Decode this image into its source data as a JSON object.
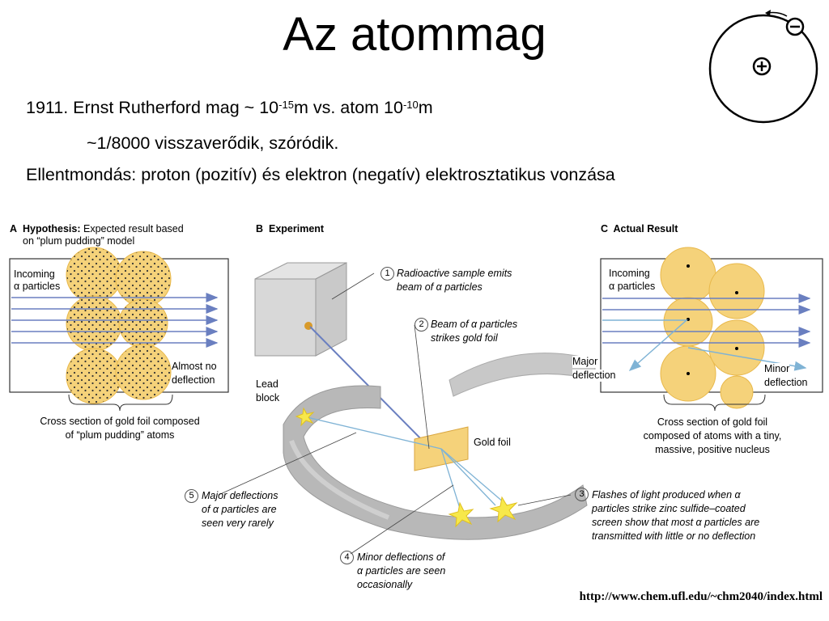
{
  "slide": {
    "title": "Az atommag",
    "line1": {
      "part1": "1911. Ernst Rutherford mag ~ 10",
      "exp1": "-15",
      "part2": "m  vs.  atom 10",
      "exp2": "-10",
      "part3": "m"
    },
    "line2": "~1/8000 visszaverődik, szóródik.",
    "line3": "Ellentmondás: proton (pozitív) és elektron (negatív) elektrosztatikus vonzása",
    "source_url": "http://www.chem.ufl.edu/~chm2040/index.html"
  },
  "atom_icon": {
    "electron_symbol": "⊖",
    "nucleus_symbol": "⊕",
    "icon": "atom-icon"
  },
  "figure": {
    "panel_a": {
      "letter": "A",
      "heading_bold": "Hypothesis:",
      "heading_rest": "Expected result based",
      "heading_line2": "on “plum pudding” model",
      "incoming_label_1": "Incoming",
      "incoming_label_2": "α particles",
      "almost_label_1": "Almost no",
      "almost_label_2": "deflection",
      "caption_1": "Cross section of gold foil composed",
      "caption_2": "of “plum pudding” atoms"
    },
    "panel_b": {
      "letter": "B",
      "heading": "Experiment",
      "lead_1": "Lead",
      "lead_2": "block",
      "gold_foil": "Gold foil",
      "steps": [
        {
          "num": "1",
          "line1": "Radioactive sample emits",
          "line2": "beam of α particles"
        },
        {
          "num": "2",
          "line1": "Beam of α particles",
          "line2": "strikes gold foil"
        },
        {
          "num": "3",
          "line1": "Flashes of light produced when α",
          "line2": "particles strike zinc sulfide–coated",
          "line3": "screen show that most α particles are",
          "line4": "transmitted with little or no deflection"
        },
        {
          "num": "4",
          "line1": "Minor deflections of",
          "line2": "α particles are seen",
          "line3": "occasionally"
        },
        {
          "num": "5",
          "line1": "Major deflections",
          "line2": "of α particles are",
          "line3": "seen very rarely"
        }
      ]
    },
    "panel_c": {
      "letter": "C",
      "heading": "Actual Result",
      "incoming_label_1": "Incoming",
      "incoming_label_2": "α particles",
      "major_1": "Major",
      "major_2": "deflection",
      "minor_1": "Minor",
      "minor_2": "deflection",
      "caption_1": "Cross section of gold foil",
      "caption_2": "composed of atoms with a tiny,",
      "caption_3": "massive, positive nucleus"
    },
    "colors": {
      "gold": "#f5d27a",
      "gold_edge": "#e8b84a",
      "arrow": "#6a7fc0",
      "deflect": "#7fb3d5",
      "screen": "#b8b8b8",
      "flash": "#f7e84a"
    }
  }
}
